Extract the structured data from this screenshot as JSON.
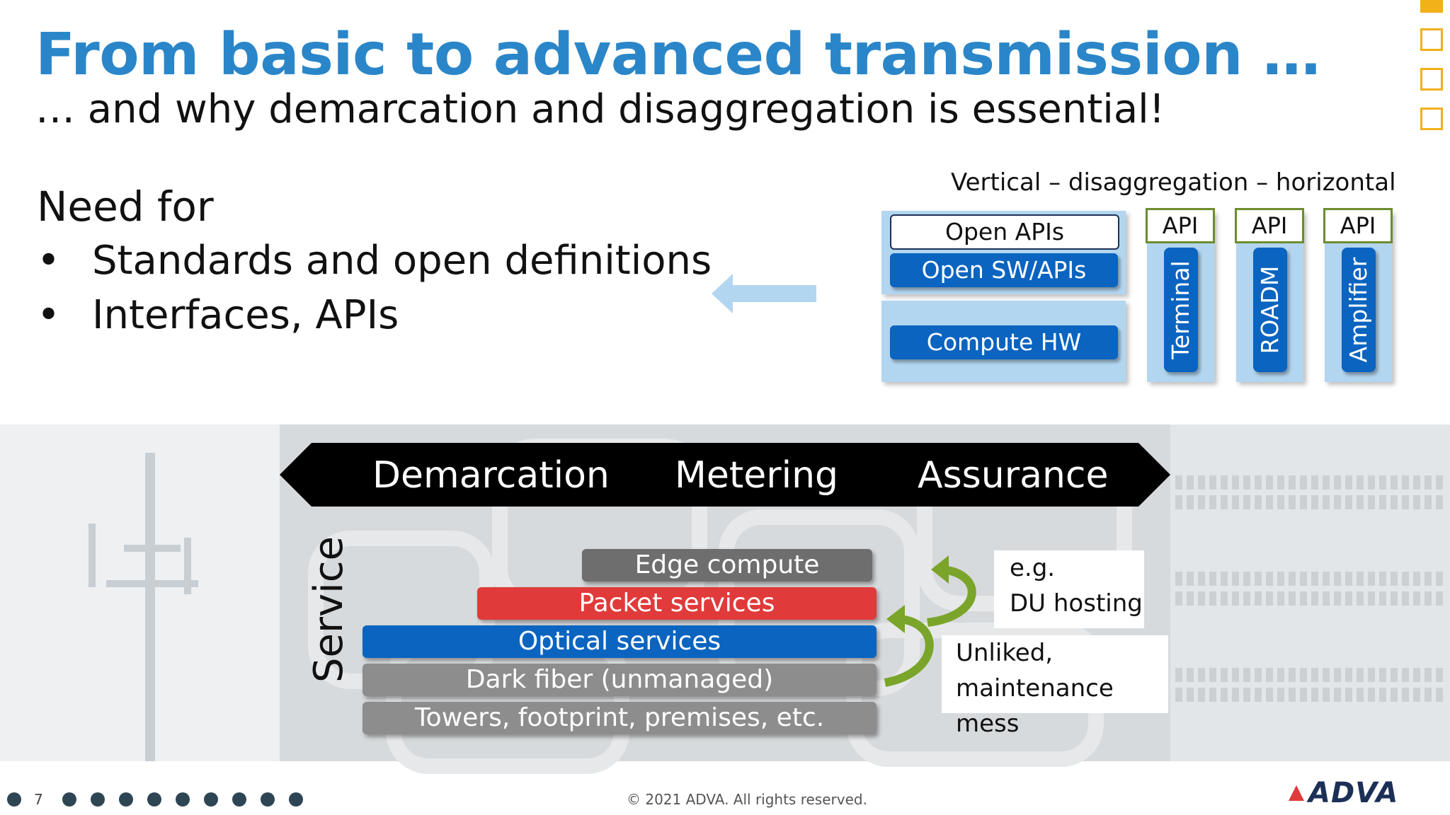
{
  "slide": {
    "title": "From basic to advanced transmission …",
    "subtitle": "… and why demarcation and disaggregation is essential!",
    "need_heading": "Need for",
    "bullets": [
      "Standards and open definitions",
      "Interfaces, APIs"
    ],
    "bullet_symbol": "•"
  },
  "diagram": {
    "title": "Vertical – disaggregation – horizontal",
    "open_apis": "Open APIs",
    "open_sw": "Open SW/APIs",
    "compute_hw": "Compute HW",
    "api_label": "API",
    "columns": [
      "Terminal",
      "ROADM",
      "Amplifier"
    ],
    "accent_color": "#0a64c0",
    "panel_color": "#b3d6f0",
    "api_border_color": "#6d8c2f",
    "arrow_color": "#b3d6f0"
  },
  "banner": {
    "items": [
      "Demarcation",
      "Metering",
      "Assurance"
    ],
    "color": "#000000"
  },
  "stack": {
    "side_label": "Service",
    "layers": [
      {
        "label": "Edge compute",
        "color": "#6e6e6e"
      },
      {
        "label": "Packet services",
        "color": "#e03a3a"
      },
      {
        "label": "Optical services",
        "color": "#0a64c0"
      },
      {
        "label": "Dark fiber (unmanaged)",
        "color": "#8d8d8d"
      },
      {
        "label": "Towers, footprint, premises, etc.",
        "color": "#8d8d8d"
      }
    ],
    "notes": [
      {
        "line1": "e.g.",
        "line2": "DU hosting"
      },
      {
        "line1": "Unliked,",
        "line2": "maintenance mess"
      }
    ],
    "curve_color": "#7aa52a"
  },
  "footer": {
    "page_number": "7",
    "copyright": "© 2021 ADVA. All rights reserved.",
    "logo": "ADVA"
  },
  "nav_squares": 4
}
